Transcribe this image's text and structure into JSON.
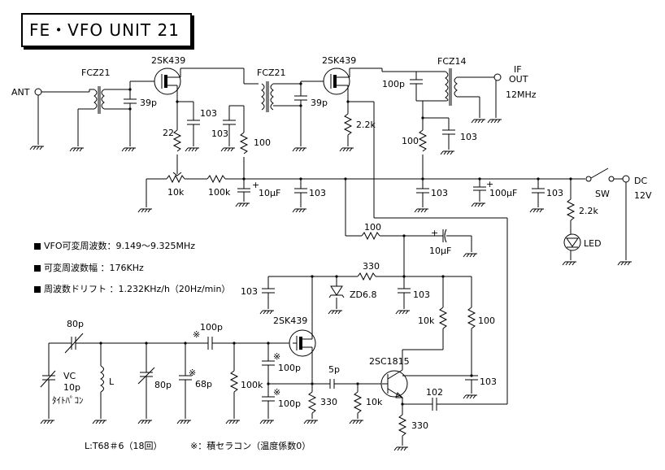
{
  "title": "FE・VFO  UNIT  21",
  "specs": [
    "VFO可変周波数：9.149〜9.325MHz",
    "可変周波数幅   ：176KHz",
    "周波数ドリフト  ：1.232KHz/h（20Hz/min）"
  ],
  "notes": {
    "coil": "L:T68＃6（18回）",
    "ceramic": "※：積セラコン（温度係数0）"
  },
  "labels": {
    "ant": "ANT",
    "fcz21_a": "FCZ21",
    "fcz21_b": "FCZ21",
    "fcz14": "FCZ14",
    "fet1": "2SK439",
    "fet2": "2SK439",
    "fet3": "2SK439",
    "trans": "2SC1815",
    "c39p_a": "39p",
    "c39p_b": "39p",
    "c100p_out": "100p",
    "if": "IF",
    "out": "OUT",
    "freq": "12MHz",
    "c103_1": "103",
    "c103_2": "103",
    "c103_3": "103",
    "c103_4": "103",
    "c103_5": "103",
    "c103_6": "103",
    "c103_7": "103",
    "c103_8": "103",
    "r22": "22",
    "r100_a": "100",
    "r2k2_a": "2.2k",
    "r100_b": "100",
    "r10k": "10k",
    "r100k": "100k",
    "c10u_a": "10μF",
    "c100u": "100μF",
    "sw": "SW",
    "dc": "DC",
    "v12": "12V",
    "r2k2_led": "2.2k",
    "led": "LED",
    "r100_c": "100",
    "c10u_b": "10μF",
    "r330_a": "330",
    "zd": "ZD6.8",
    "r10k_b": "10k",
    "r100_d": "100",
    "c80p_a": "80p",
    "c100p_a": "100p",
    "vc": "VC",
    "vc_val": "10p",
    "vc_name": "ﾀｲﾄﾊﾟｺﾝ",
    "coil_l": "L",
    "c80p_b": "80p",
    "c68p": "68p",
    "r100k_b": "100k",
    "c100p_b": "100p",
    "c100p_c": "100p",
    "r330_b": "330",
    "c5p": "5p",
    "r10k_c": "10k",
    "c102": "102",
    "r330_c": "330",
    "mark1": "※",
    "mark2": "※",
    "mark3": "※",
    "mark4": "※",
    "mark5": "※",
    "mark6": "※"
  }
}
